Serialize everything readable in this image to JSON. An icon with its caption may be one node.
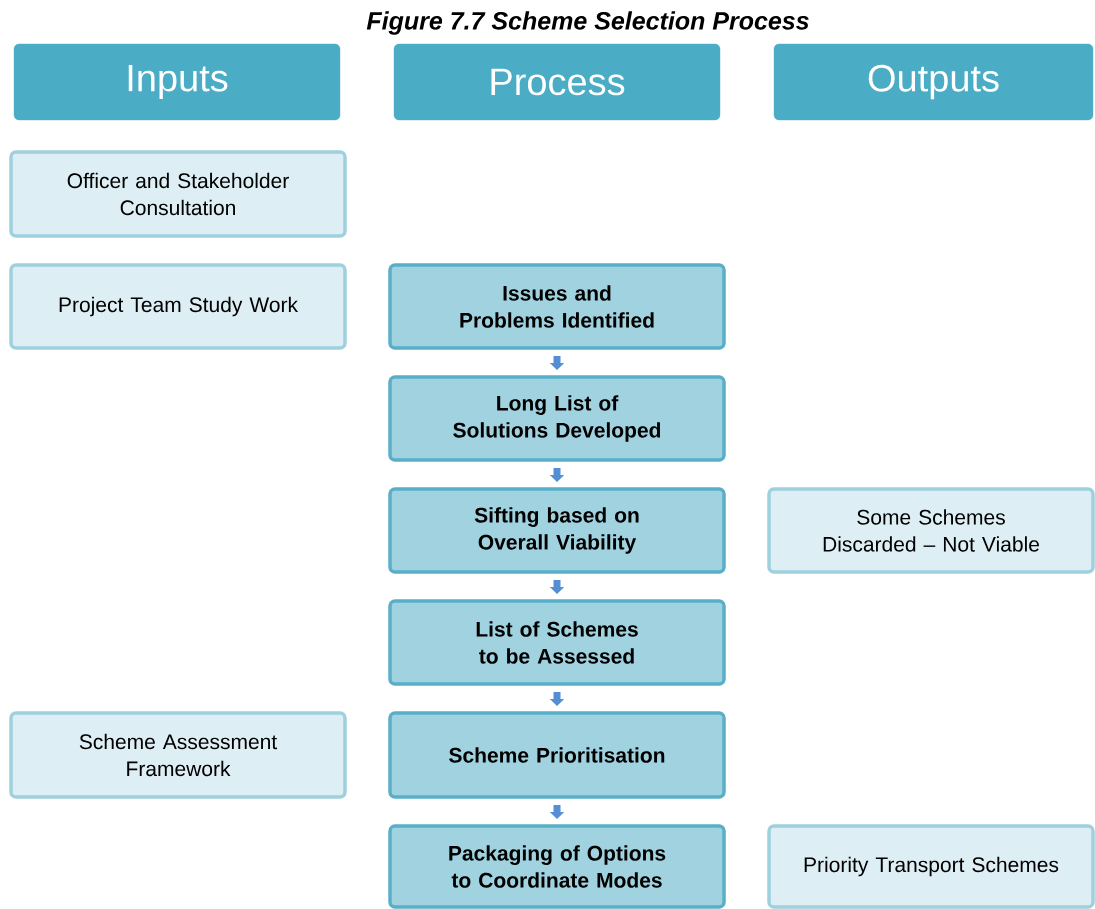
{
  "diagram": {
    "title": "Figure 7.7 Scheme Selection Process",
    "nodes": [
      {
        "text": [
          "Inputs"
        ]
      },
      {
        "text": [
          "Process"
        ]
      },
      {
        "text": [
          "Outputs"
        ]
      },
      {
        "text": [
          "Officer and Stakeholder Consultation"
        ]
      },
      {
        "text": [
          "Project Team Study Work"
        ]
      },
      {
        "text": [
          "Issues and Problems Identified"
        ]
      },
      {
        "text": [
          "Long List of Solutions Developed"
        ]
      },
      {
        "text": [
          "Sifting based on Overall Viability"
        ]
      },
      {
        "text": [
          "Some Schemes Discarded – Not Viable"
        ]
      },
      {
        "text": [
          "List of Schemes to be Assessed"
        ]
      },
      {
        "text": [
          "Scheme Assessment Framework"
        ]
      },
      {
        "text": [
          "Scheme Prioritisation"
        ]
      },
      {
        "text": [
          "Packaging of Options to Coordinate Modes"
        ]
      },
      {
        "text": [
          "Priority Transport Schemes"
        ]
      }
    ],
    "edges": [
      {
        "from": 5,
        "to": 6,
        "arrow": "to"
      },
      {
        "from": 6,
        "to": 7,
        "arrow": "to"
      },
      {
        "from": 7,
        "to": 9,
        "arrow": "to"
      },
      {
        "from": 9,
        "to": 11,
        "arrow": "to"
      },
      {
        "from": 11,
        "to": 12,
        "arrow": "to"
      }
    ]
  }
}
